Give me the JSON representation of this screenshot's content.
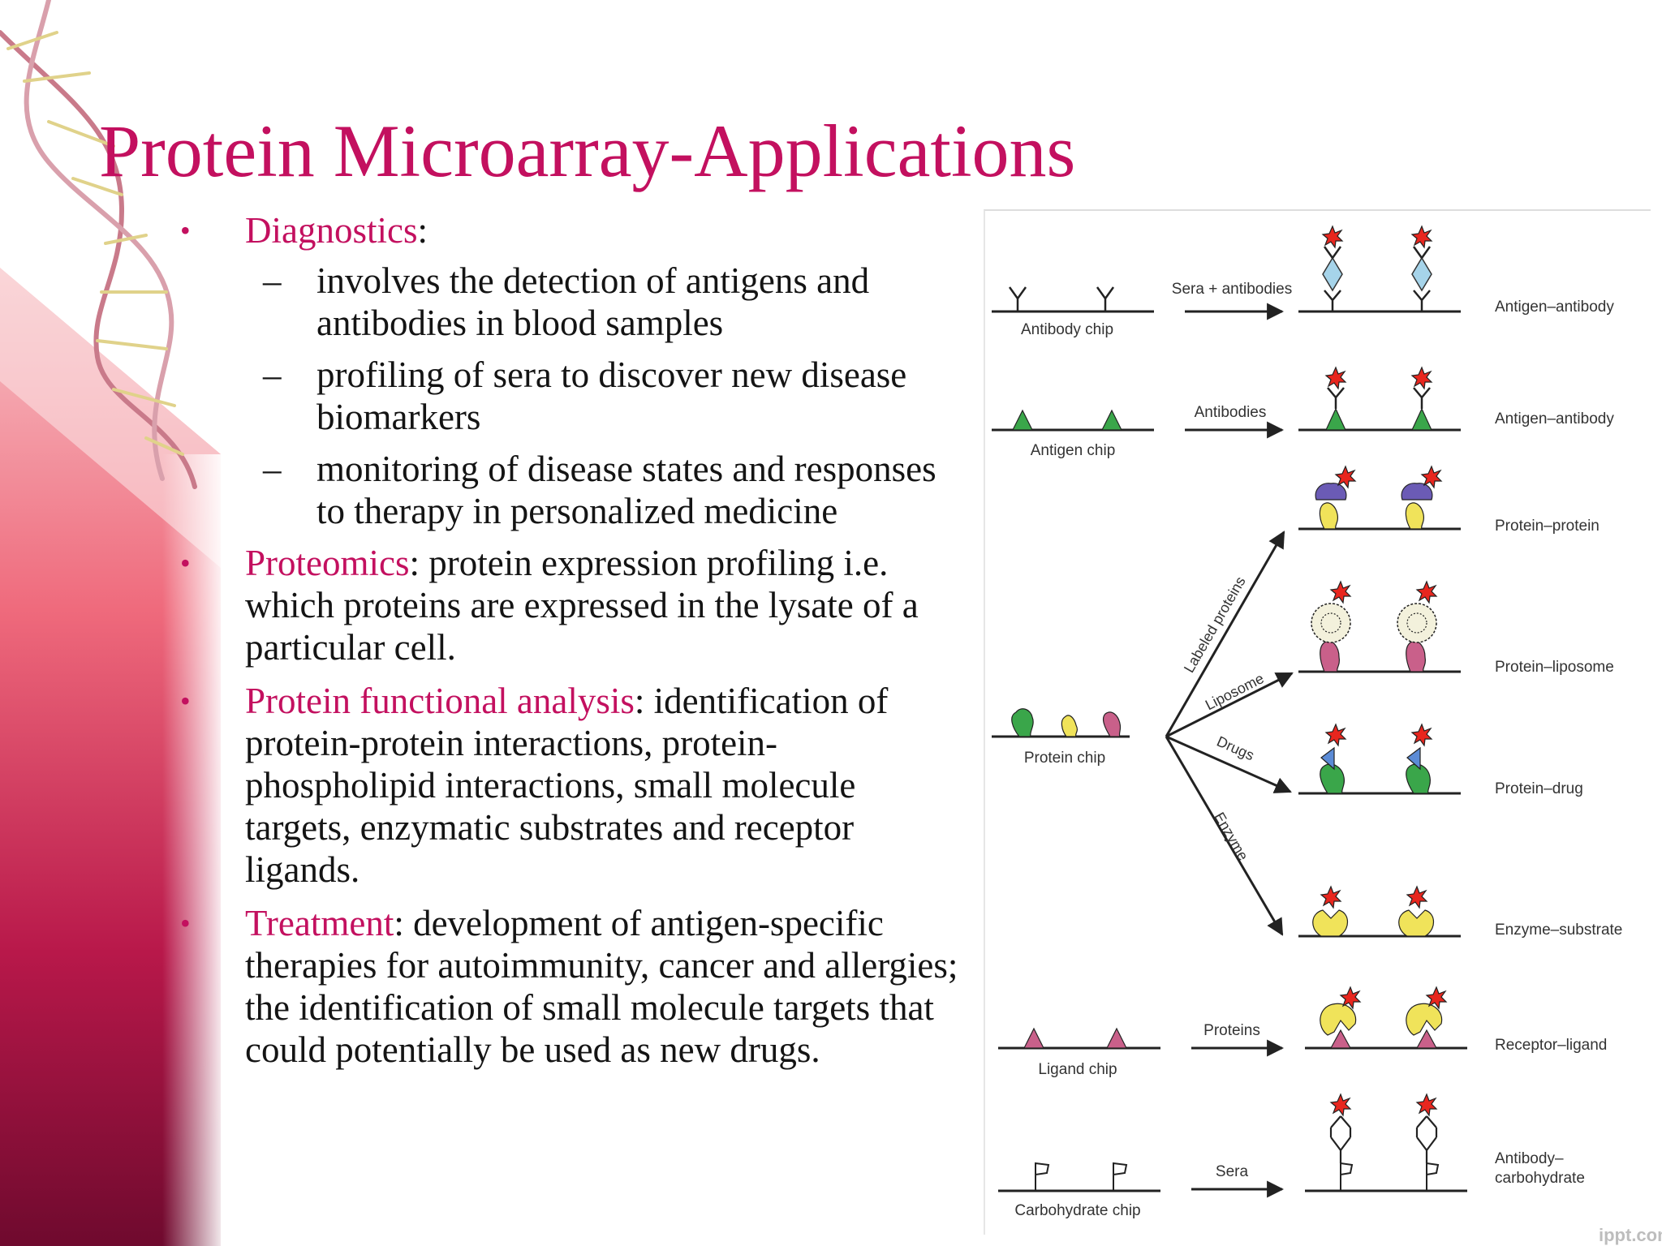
{
  "slide": {
    "title": "Protein Microarray-Applications",
    "bullets": [
      {
        "term": "Diagnostics",
        "rest": ":",
        "subs": [
          "involves the detection of antigens and antibodies in blood samples",
          "profiling of sera to discover new disease biomarkers",
          "monitoring of disease states and responses to therapy in personalized medicine"
        ]
      },
      {
        "term": "Proteomics",
        "rest": ":  protein expression profiling i.e. which proteins are expressed in the lysate of a particular cell."
      },
      {
        "term": "Protein functional analysis",
        "rest": ": identification of protein-protein interactions, protein-phospholipid interactions, small molecule targets, enzymatic substrates and receptor ligands."
      },
      {
        "term": "Treatment",
        "rest": ": development of antigen-specific therapies for autoimmunity, cancer and allergies; the identification of small molecule targets that could potentially be used as new drugs."
      }
    ],
    "bullet_symbol": "•",
    "dash_symbol": "–"
  },
  "figure": {
    "chips": {
      "antibody": "Antibody chip",
      "antigen": "Antigen chip",
      "protein": "Protein chip",
      "ligand": "Ligand chip",
      "carbohydrate": "Carbohydrate chip"
    },
    "arrows": {
      "sera_antibodies": "Sera + antibodies",
      "antibodies": "Antibodies",
      "labeled_proteins": "Labeled proteins",
      "liposome": "Liposome",
      "drugs": "Drugs",
      "enzyme": "Enzyme",
      "proteins": "Proteins",
      "sera": "Sera"
    },
    "results": {
      "antigen_antibody_1": "Antigen–antibody",
      "antigen_antibody_2": "Antigen–antibody",
      "protein_protein": "Protein–protein",
      "protein_liposome": "Protein–liposome",
      "protein_drug": "Protein–drug",
      "enzyme_substrate": "Enzyme–substrate",
      "receptor_ligand": "Receptor–ligand",
      "antibody_carbohydrate_1": "Antibody–",
      "antibody_carbohydrate_2": "carbohydrate"
    },
    "colors": {
      "title": "#c3105f",
      "label_red": "#e8261e",
      "green": "#3aa64a",
      "pink": "#c9608a",
      "yellow": "#f0e35a",
      "purple": "#6b5bb5",
      "light_blue": "#a6d4ea"
    }
  },
  "watermark": "ippt.com"
}
